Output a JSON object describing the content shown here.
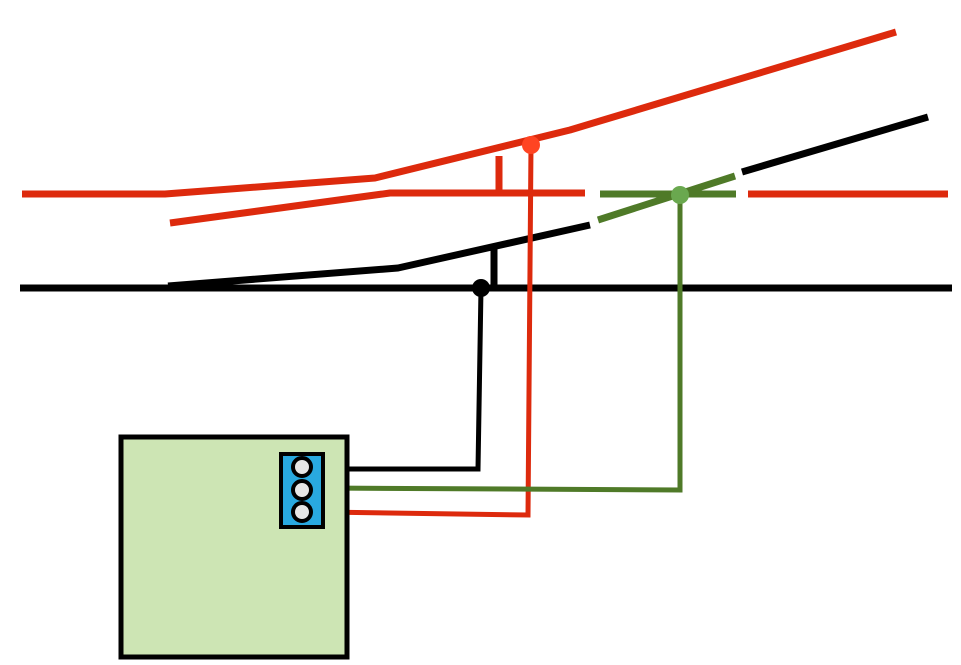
{
  "diagram": {
    "type": "track-wiring-diagram",
    "colors": {
      "red_rail": "#dd2a0d",
      "black_rail": "#000000",
      "green_frog": "#4f7a28",
      "module_fill": "#cde5b4",
      "terminal_block": "#29a9e0",
      "terminal_hole": "#e6e6e6",
      "red_junction": "#ff4422",
      "green_junction": "#6aa84f"
    },
    "elements": {
      "rails": [
        "red-rail-straight",
        "red-rail-diverging",
        "black-rail-straight",
        "black-rail-diverging",
        "frog-rail"
      ],
      "wires": [
        "black-feeder-wire",
        "red-feeder-wire",
        "green-frog-wire"
      ],
      "module": {
        "name": "control-module",
        "terminals": 3
      }
    }
  }
}
